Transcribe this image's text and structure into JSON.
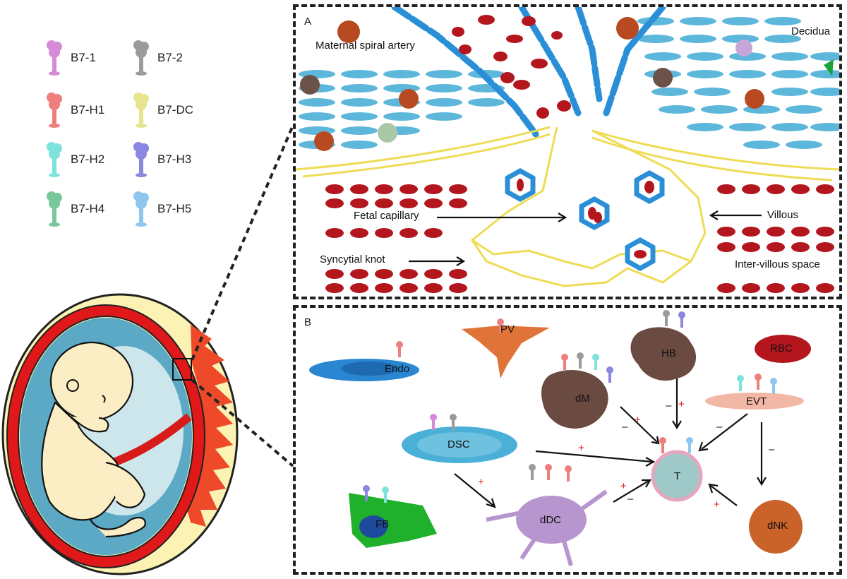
{
  "legend": [
    {
      "label": "B7-1",
      "color": "#d68ad8"
    },
    {
      "label": "B7-2",
      "color": "#9b9b9b"
    },
    {
      "label": "B7-H1",
      "color": "#ef7f7f"
    },
    {
      "label": "B7-DC",
      "color": "#e7e48f"
    },
    {
      "label": "B7-H2",
      "color": "#7fe3dd"
    },
    {
      "label": "B7-H3",
      "color": "#8b86df"
    },
    {
      "label": "B7-H4",
      "color": "#79c79a"
    },
    {
      "label": "B7-H5",
      "color": "#8fc6ef"
    }
  ],
  "panel_a": {
    "letter": "A",
    "labels": {
      "artery": "Maternal spiral artery",
      "decidua": "Decidua",
      "fetal_capillary": "Fetal capillary",
      "villous": "Villous",
      "syncytial_knot": "Syncytial knot",
      "intervillous": "Inter-villous space"
    }
  },
  "panel_b": {
    "letter": "B",
    "cells": {
      "endo": "Endo",
      "pv": "PV",
      "hb": "HB",
      "rbc": "RBC",
      "dm": "dM",
      "evt": "EVT",
      "dsc": "DSC",
      "t": "T",
      "fb": "FB",
      "ddc": "dDC",
      "dnk": "dNK"
    },
    "signs": {
      "dm_plus": "+",
      "dm_minus": "–",
      "hb_minus": "–",
      "hb_plus": "+",
      "evt_minus1": "–",
      "evt_minus2": "–",
      "dsc_plus1": "+",
      "dsc_plus2": "+",
      "ddc_plus": "+",
      "ddc_minus": "–",
      "dnk_plus": "+"
    }
  },
  "colors": {
    "rbc": "#b4161e",
    "capillary": "#2a8fd6",
    "trophoblast": "#eedc55",
    "fetus_skin": "#fbeec4",
    "uterus_red": "#e0181a",
    "amniotic": "#5ba9c4"
  }
}
